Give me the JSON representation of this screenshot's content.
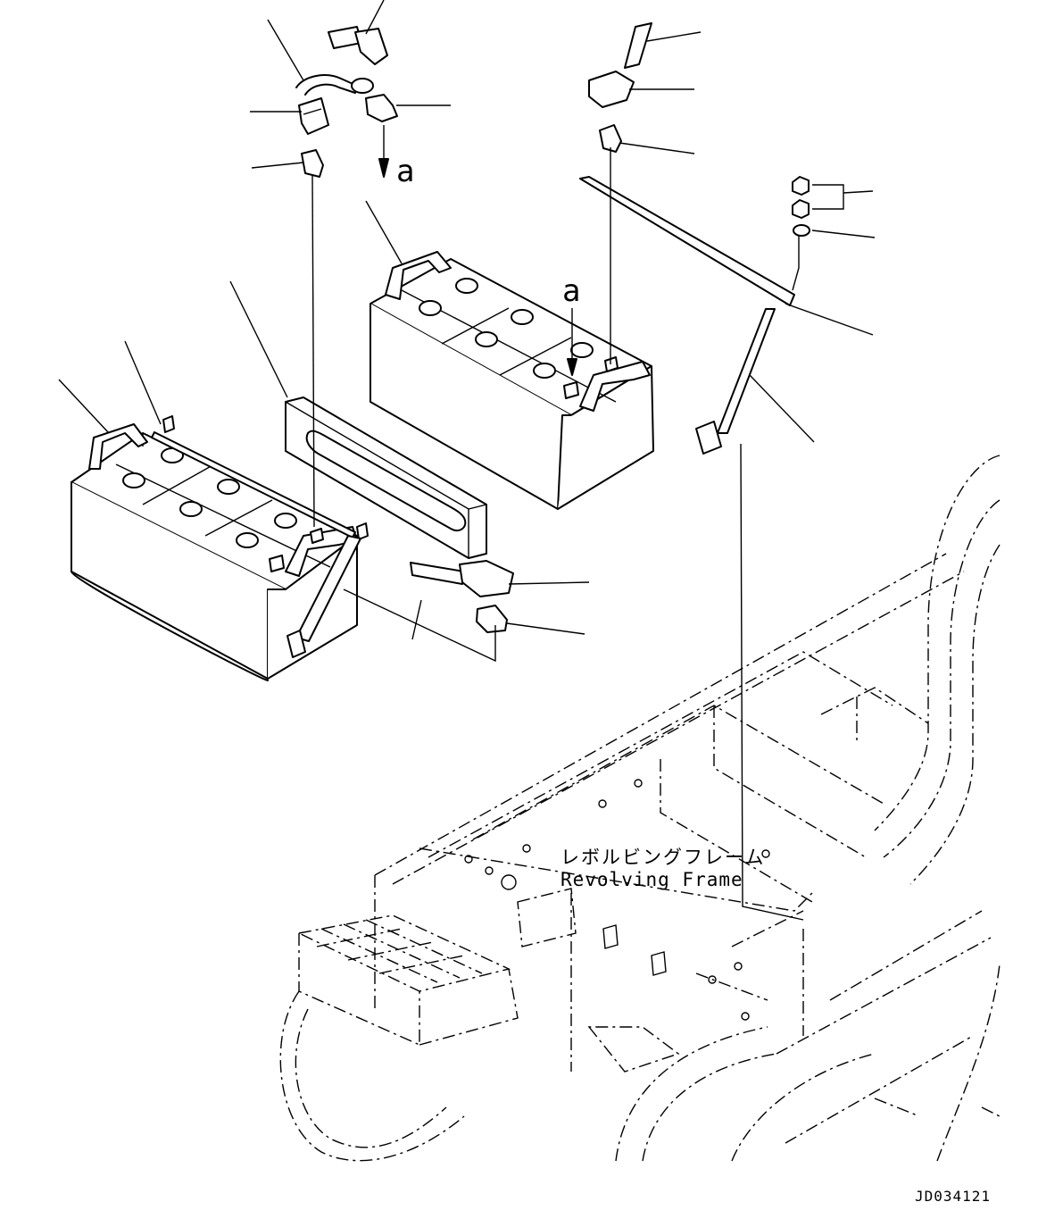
{
  "labels": {
    "view_arrow_top": "a",
    "view_arrow_battery": "a",
    "frame_jp": "レボルビングフレーム",
    "frame_en": "Revolving Frame",
    "drawing_number": "JD034121"
  }
}
